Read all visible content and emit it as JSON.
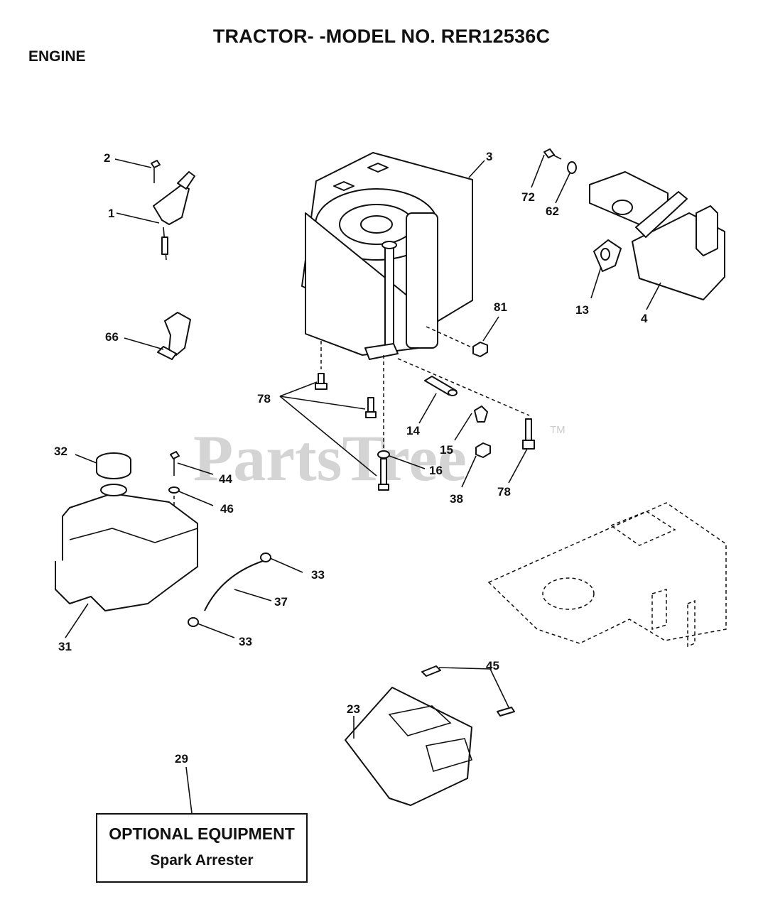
{
  "header": {
    "title": "TRACTOR- -MODEL NO. RER12536C",
    "section": "ENGINE"
  },
  "watermark": {
    "text": "PartsTree",
    "trademark": "TM"
  },
  "callouts": {
    "c1": "1",
    "c2": "2",
    "c3": "3",
    "c4": "4",
    "c13": "13",
    "c14": "14",
    "c15": "15",
    "c16": "16",
    "c23": "23",
    "c29": "29",
    "c31": "31",
    "c32": "32",
    "c33a": "33",
    "c33b": "33",
    "c37": "37",
    "c38": "38",
    "c44": "44",
    "c45": "45",
    "c46": "46",
    "c62": "62",
    "c66": "66",
    "c72": "72",
    "c78a": "78",
    "c78b": "78",
    "c81": "81"
  },
  "optional_box": {
    "title": "OPTIONAL EQUIPMENT",
    "subtitle": "Spark Arrester"
  }
}
